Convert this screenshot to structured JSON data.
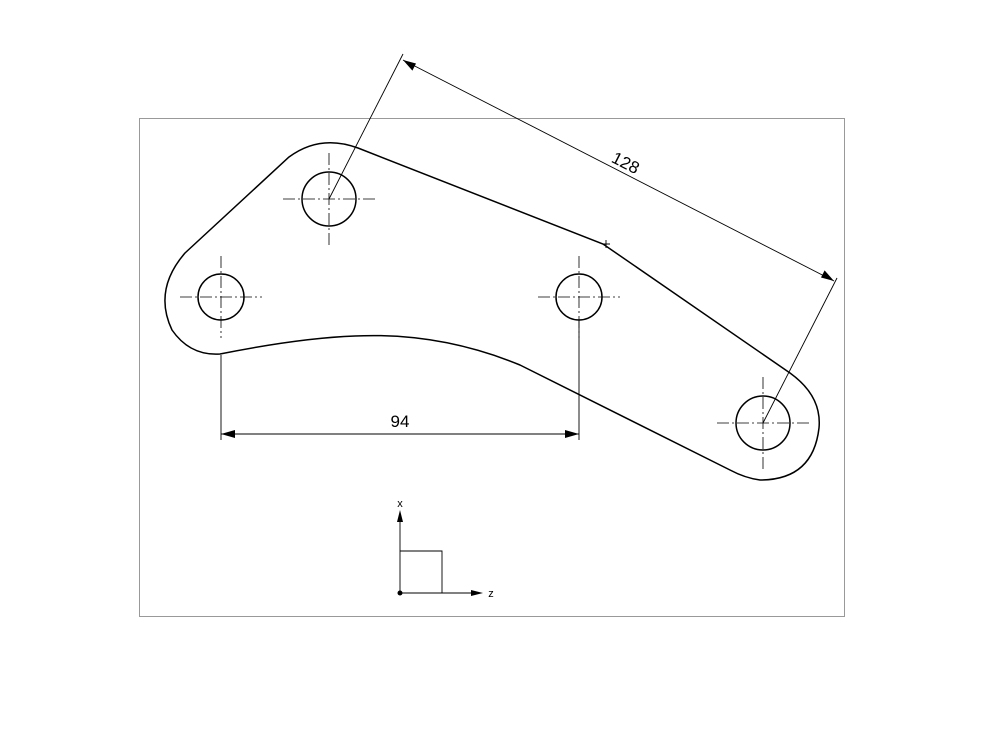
{
  "drawing": {
    "dimension_horizontal": "94",
    "dimension_aligned": "128",
    "axis_vertical_label": "x",
    "axis_horizontal_label": "z"
  }
}
